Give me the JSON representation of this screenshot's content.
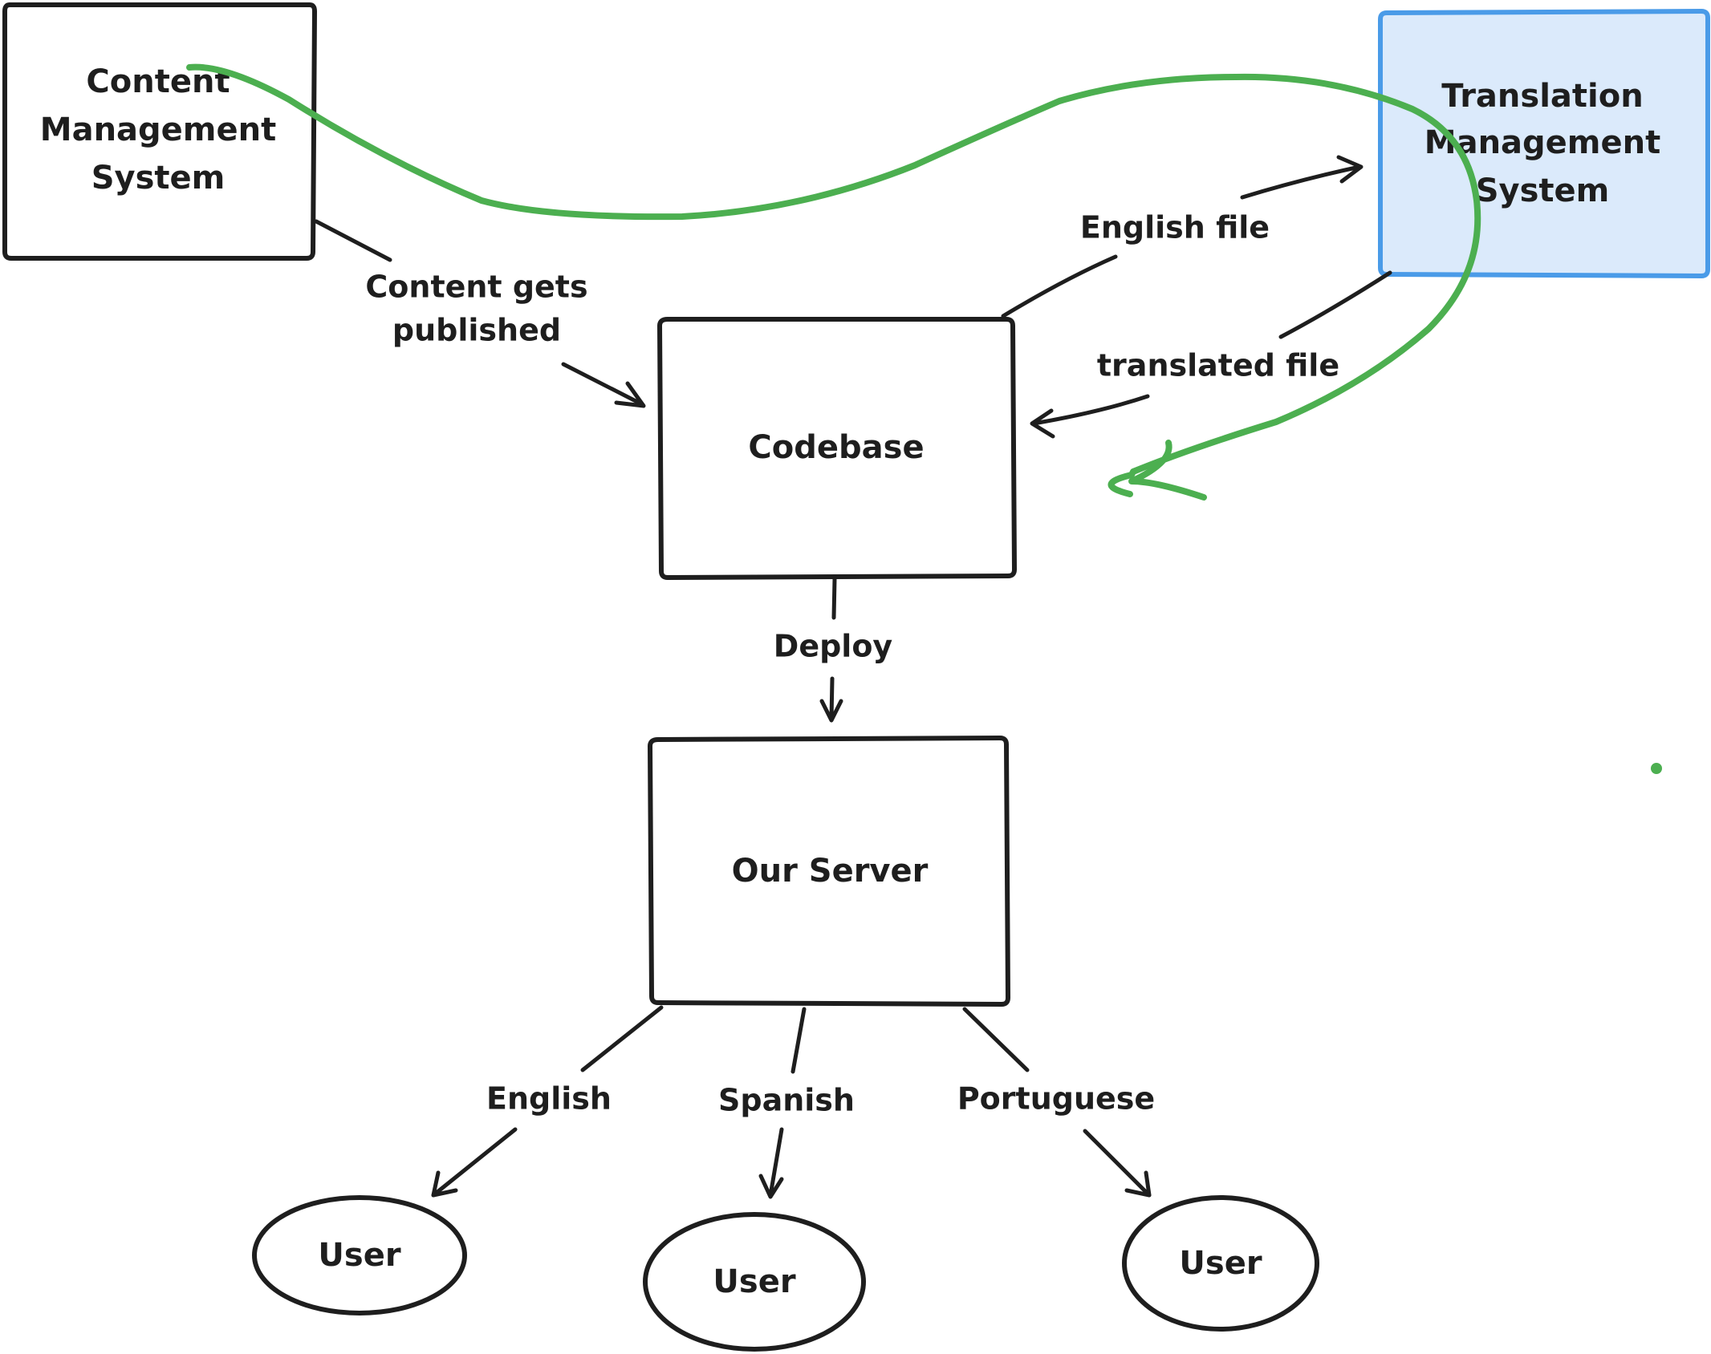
{
  "nodes": {
    "cms": {
      "lines": [
        "Content",
        "Management",
        "System"
      ]
    },
    "tms": {
      "lines": [
        "Translation",
        "Management",
        "System"
      ],
      "fill": "#dbeafb",
      "stroke": "#4a9be8"
    },
    "codebase": {
      "label": "Codebase"
    },
    "server": {
      "label": "Our Server"
    },
    "user_english": {
      "label": "User"
    },
    "user_spanish": {
      "label": "User"
    },
    "user_portuguese": {
      "label": "User"
    }
  },
  "edges": {
    "publish": {
      "lines": [
        "Content gets",
        "published"
      ]
    },
    "english_file": {
      "label": "English file"
    },
    "translated_file": {
      "label": "translated file"
    },
    "deploy": {
      "label": "Deploy"
    },
    "english": {
      "label": "English"
    },
    "spanish": {
      "label": "Spanish"
    },
    "portuguese": {
      "label": "Portuguese"
    }
  },
  "annotation": {
    "color": "#4caf50"
  }
}
